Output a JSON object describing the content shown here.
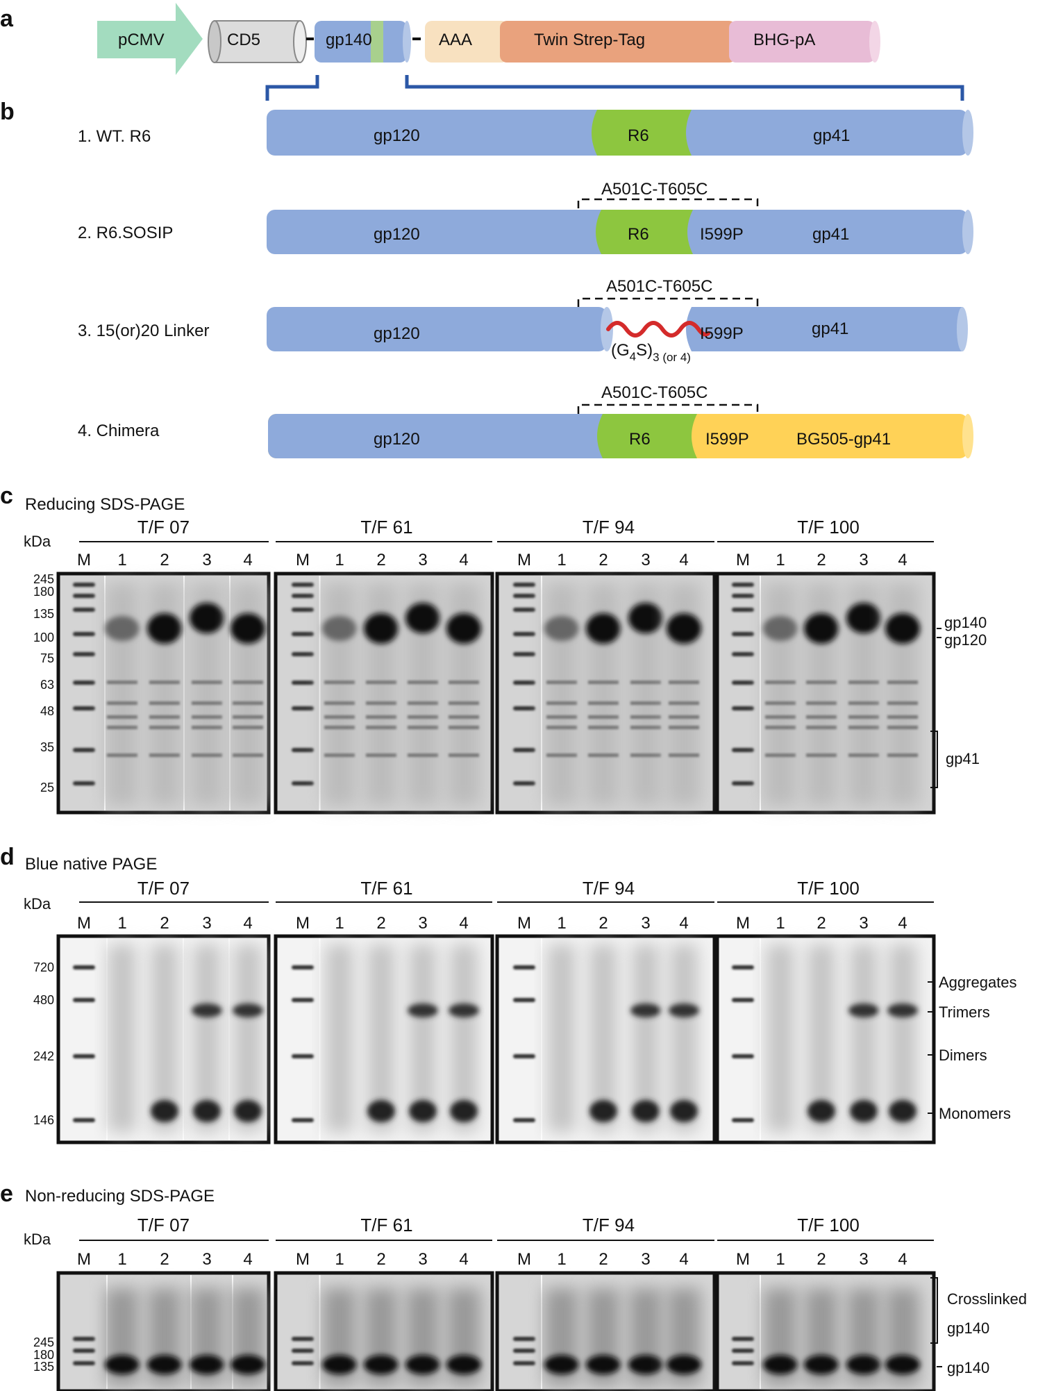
{
  "panel_a": {
    "letter": "a",
    "elements": [
      "pCMV",
      "CD5",
      "gp140",
      "AAA",
      "Twin Strep-Tag",
      "BHG-pA"
    ]
  },
  "panel_b": {
    "letter": "b",
    "constructs": [
      {
        "label": "1. WT. R6",
        "seg1": "gp120",
        "seg2": "R6",
        "seg3": "gp41",
        "mutation": "",
        "disulfide": ""
      },
      {
        "label": "2. R6.SOSIP",
        "seg1": "gp120",
        "seg2": "R6",
        "seg3": "gp41",
        "mutation": "I599P",
        "disulfide": "A501C-T605C"
      },
      {
        "label": "3. 15(or)20 Linker",
        "seg1": "gp120",
        "linker": "(G",
        "linker_sub1": "4",
        "linker_mid": "S)",
        "linker_sub2": "3 (or 4)",
        "seg3": "gp41",
        "mutation": "I599P",
        "disulfide": "A501C-T605C"
      },
      {
        "label": "4. Chimera",
        "seg1": "gp120",
        "seg2": "R6",
        "seg3": "BG505-gp41",
        "mutation": "I599P",
        "disulfide": "A501C-T605C"
      }
    ]
  },
  "gel_common": {
    "kda": "kDa",
    "lanes": [
      "M",
      "1",
      "2",
      "3",
      "4"
    ],
    "strains": [
      "T/F 07",
      "T/F 61",
      "T/F 94",
      "T/F 100"
    ]
  },
  "panel_c": {
    "letter": "c",
    "title": "Reducing SDS-PAGE",
    "markers": [
      "245",
      "180",
      "135",
      "100",
      "75",
      "63",
      "48",
      "35",
      "25"
    ],
    "band_labels": [
      "gp140",
      "gp120",
      "gp41"
    ]
  },
  "panel_d": {
    "letter": "d",
    "title": "Blue native PAGE",
    "markers": [
      "720",
      "480",
      "242",
      "146"
    ],
    "band_labels": [
      "Aggregates",
      "Trimers",
      "Dimers",
      "Monomers"
    ]
  },
  "panel_e": {
    "letter": "e",
    "title": "Non-reducing SDS-PAGE",
    "markers": [
      "245",
      "180",
      "135"
    ],
    "band_labels": [
      "Crosslinked",
      "gp140",
      "gp140"
    ]
  },
  "colors": {
    "blue": "#8eaadb",
    "green": "#8dc63f",
    "yellow": "#ffd257",
    "promoter": "#a3dcbf",
    "cd5": "#d9d9d9",
    "aaa": "#f8e1c0",
    "strep": "#e9a27d",
    "bhg": "#e8bcd6",
    "bracket": "#2b57a6",
    "linker": "#d42b2b"
  }
}
